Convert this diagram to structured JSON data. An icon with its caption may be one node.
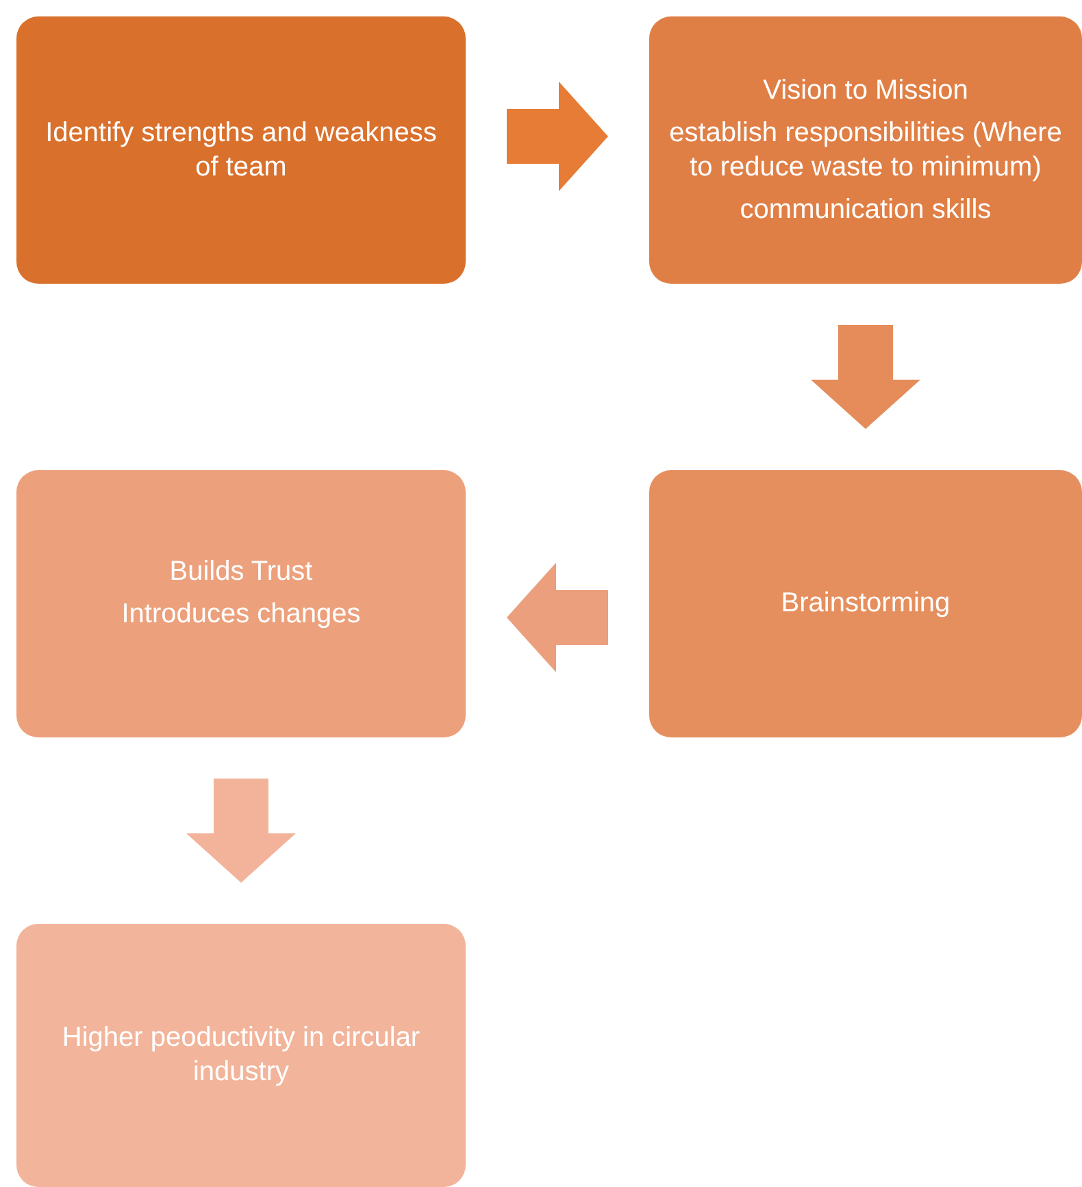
{
  "diagram": {
    "nodes": [
      {
        "text": [
          "Identify strengths and weakness of team"
        ]
      },
      {
        "text": [
          "Vision to Mission",
          "establish responsibilities (Where to reduce waste to minimum)",
          "communication skills"
        ]
      },
      {
        "text": [
          "Brainstorming"
        ]
      },
      {
        "text": [
          "Builds Trust",
          "Introduces changes"
        ]
      },
      {
        "text": [
          "Higher peoductivity in circular industry"
        ]
      }
    ],
    "edges": [
      {
        "from": 0,
        "to": 1,
        "arrow": "to",
        "color": "#e67c35"
      },
      {
        "from": 1,
        "to": 2,
        "arrow": "to",
        "color": "#e58c5a"
      },
      {
        "from": 2,
        "to": 3,
        "arrow": "to",
        "color": "#eb9f7c"
      },
      {
        "from": 3,
        "to": 4,
        "arrow": "to",
        "color": "#f2b39a"
      }
    ]
  }
}
